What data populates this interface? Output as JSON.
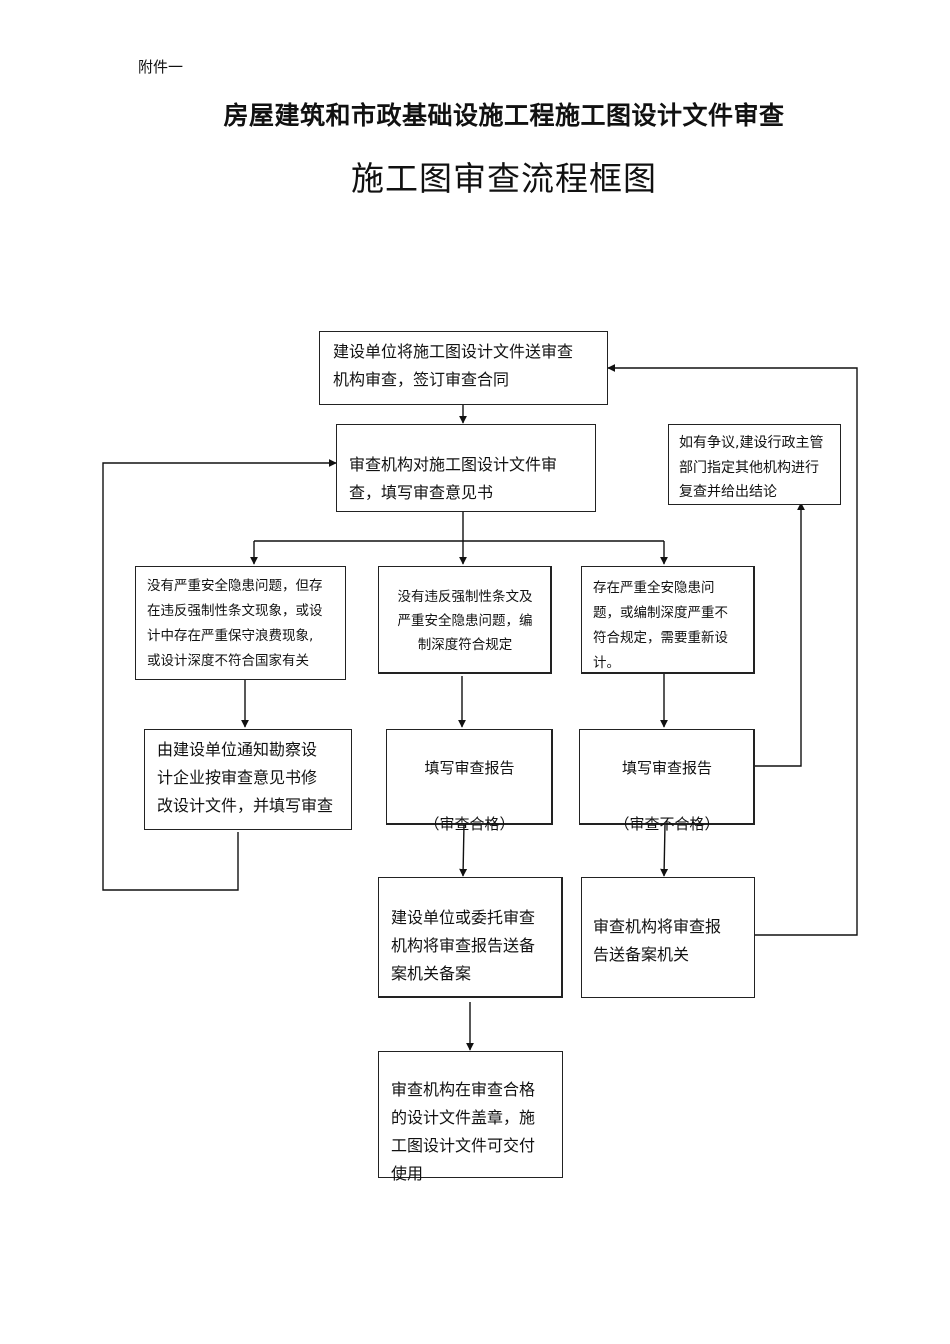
{
  "header": {
    "attachment_label": "附件一",
    "title_line1": "房屋建筑和市政基础设施工程施工图设计文件审查",
    "title_line2": "施工图审查流程框图"
  },
  "flowchart": {
    "nodes": {
      "submit": "建设单位将施工图设计文件送审查\n机构审查，签订审查合同",
      "review": "审查机构对施工图设计文件审\n查，填写审查意见书",
      "dispute": "如有争议,建设行政主管\n部门指定其他机构进行\n复查并给出结论",
      "case_left": "没有严重安全隐患问题，但存\n在违反强制性条文现象，或设\n计中存在严重保守浪费现象,\n或设计深度不符合国家有关",
      "case_mid": "没有违反强制性条文及\n严重安全隐患问题，编\n制深度符合规定",
      "case_right": "存在严重全安隐患问\n题，或编制深度严重不\n符合规定，需要重新设\n计。",
      "revise": "由建设单位通知勘察设\n计企业按审查意见书修\n改设计文件，并填写审查",
      "report_pass": "填写审查报告\n\n（审查合格）",
      "report_fail": "填写审查报告\n\n（审查不合格）",
      "file_pass": "建设单位或委托审查\n机构将审查报告送备\n案机关备案",
      "file_fail": "审查机构将审查报\n告送备案机关",
      "stamp": "审查机构在审查合格\n的设计文件盖章，施\n工图设计文件可交付\n使用"
    }
  }
}
